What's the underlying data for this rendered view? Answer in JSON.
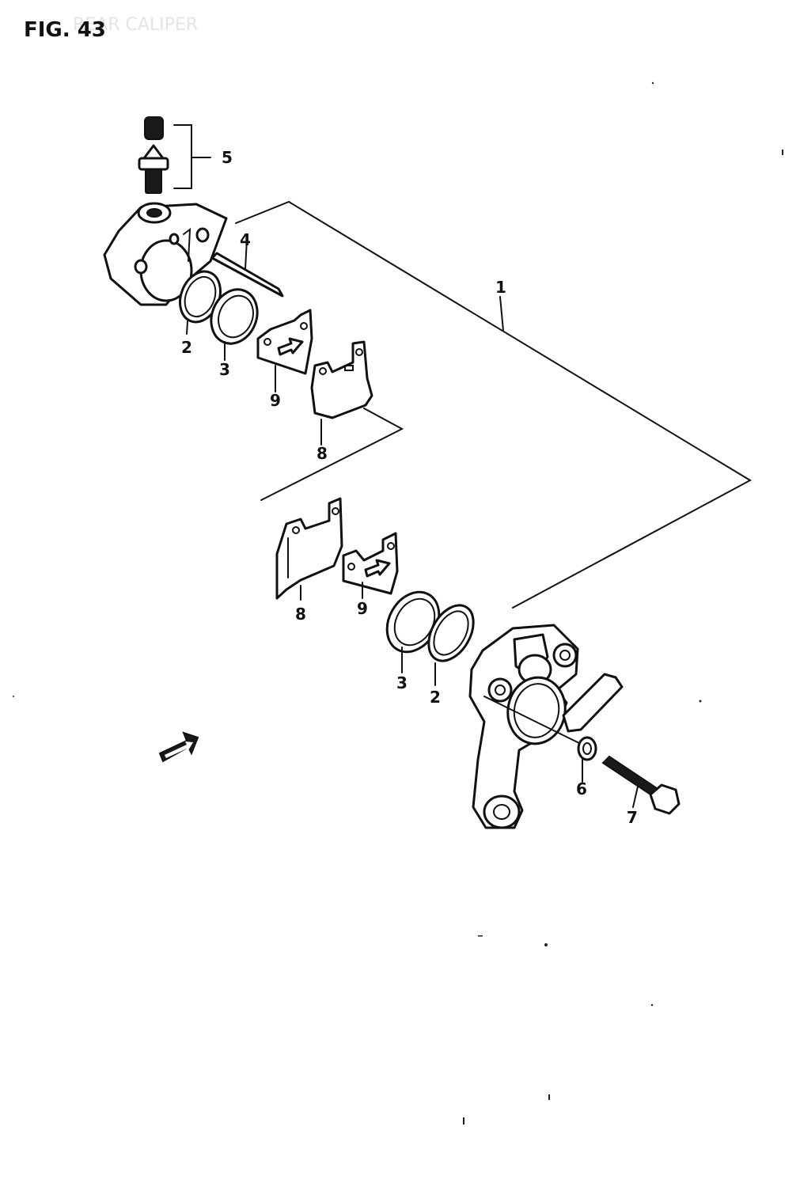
{
  "figure": {
    "title": "FIG. 43",
    "faint_caption": "REAR CALIPER"
  },
  "callouts": [
    "1",
    "2",
    "3",
    "4",
    "5",
    "6",
    "7",
    "8",
    "9"
  ],
  "colors": {
    "ink": "#111111",
    "paper": "#ffffff"
  },
  "icons": [
    "front-arrow-icon"
  ]
}
